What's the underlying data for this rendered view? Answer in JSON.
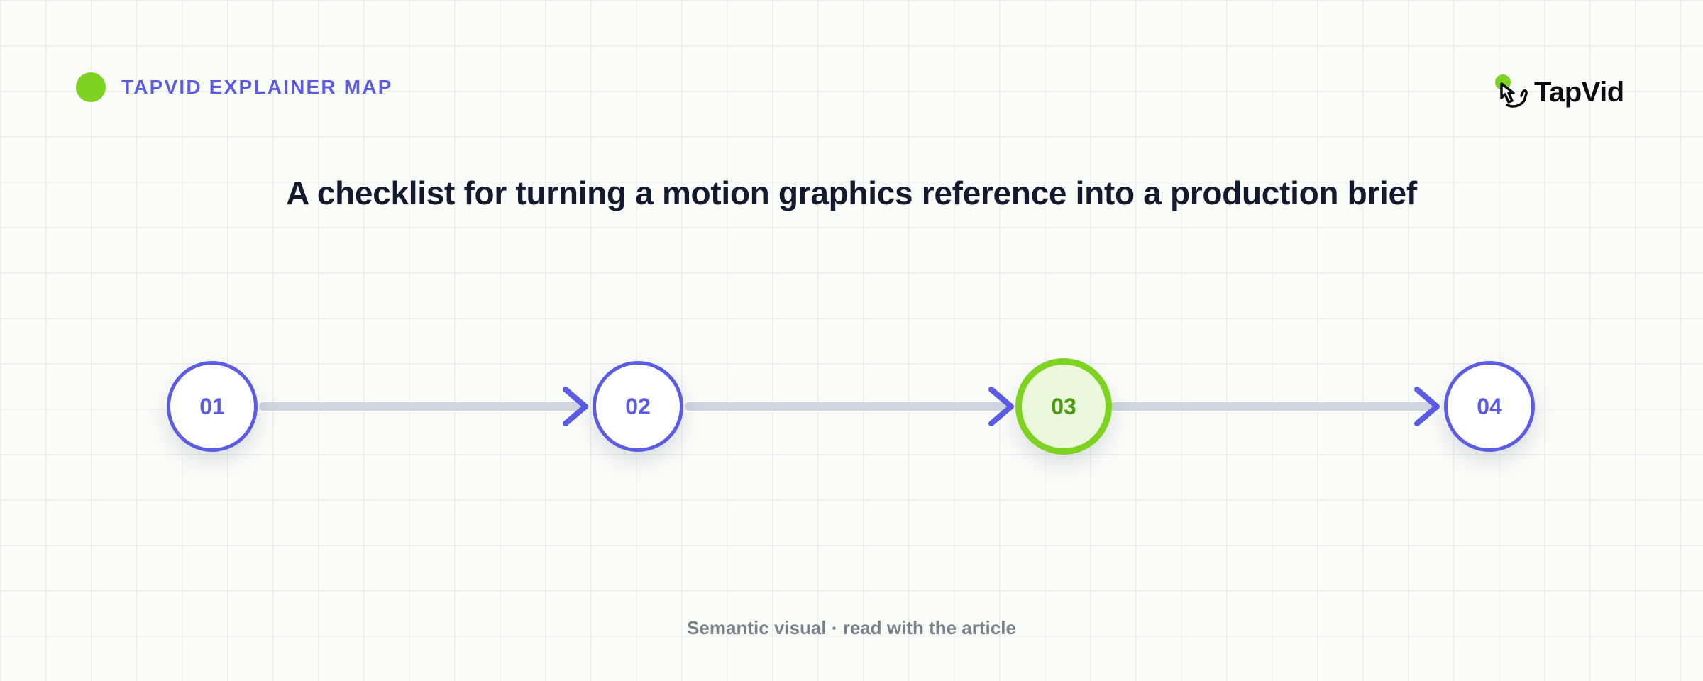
{
  "header": {
    "label": "TAPVID EXPLAINER MAP"
  },
  "brand": {
    "name": "TapVid",
    "icon": "pointer-hand-icon"
  },
  "title": "A checklist for turning a motion graphics reference into a production brief",
  "steps": [
    {
      "label": "01",
      "state": "default"
    },
    {
      "label": "02",
      "state": "default"
    },
    {
      "label": "03",
      "state": "active"
    },
    {
      "label": "04",
      "state": "default"
    }
  ],
  "footer": {
    "caption": "Semantic visual · read with the article"
  },
  "colors": {
    "accent": "#5b5be6",
    "highlight": "#7ed321",
    "highlight_fill": "#ecf8dc",
    "highlight_text": "#4a9a12",
    "connector": "#cfd5df",
    "title": "#141a2e",
    "caption": "#7b7f8a"
  }
}
